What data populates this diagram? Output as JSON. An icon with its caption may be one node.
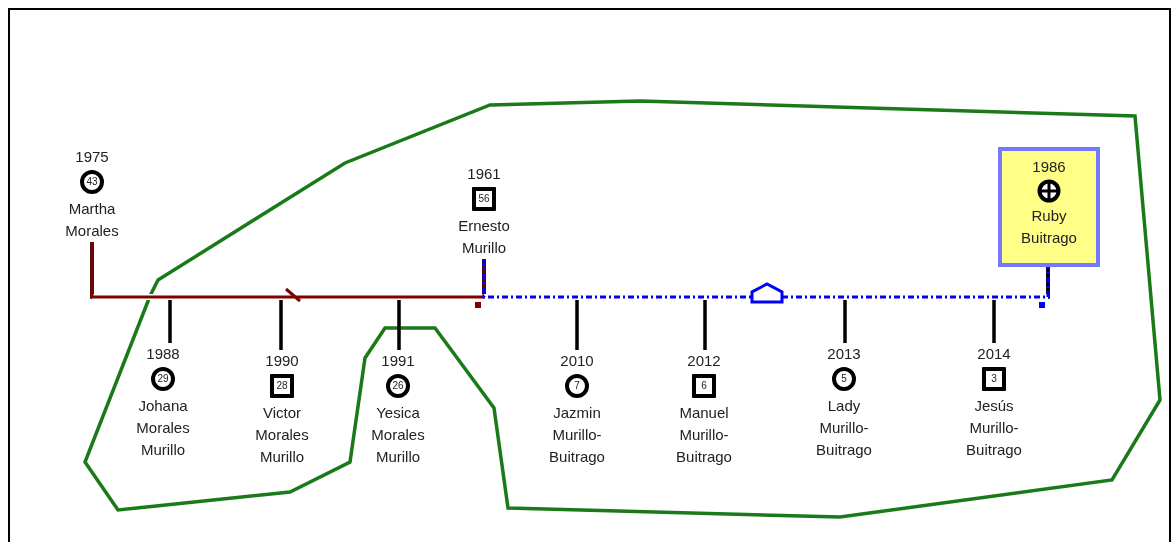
{
  "diagram": {
    "nodes": [
      {
        "text": [
          "1975",
          "43",
          "Martha Morales"
        ]
      },
      {
        "text": [
          "1961",
          "56",
          "Ernesto Murillo"
        ]
      },
      {
        "text": [
          "1986",
          "Ruby Buitrago"
        ]
      },
      {
        "text": [],
        "shape": "circle",
        "in": 2
      },
      {
        "text": [
          "1988",
          "29",
          "Johana Morales Murillo"
        ]
      },
      {
        "text": [
          "1990",
          "28",
          "Victor Morales Murillo"
        ]
      },
      {
        "text": [
          "1991",
          "26",
          "Yesica Morales Murillo"
        ]
      },
      {
        "text": [
          "2010",
          "7",
          "Jazmin Murillo- Buitrago"
        ]
      },
      {
        "text": [
          "2012",
          "6",
          "Manuel Murillo- Buitrago"
        ]
      },
      {
        "text": [
          "2013",
          "5",
          "Lady Murillo- Buitrago"
        ]
      },
      {
        "text": [
          "2014",
          "3",
          "Jesús Murillo- Buitrago"
        ]
      }
    ],
    "edges": [
      {
        "from": 0,
        "to": 1,
        "arrow": "none",
        "color": "#800000"
      },
      {
        "from": 1,
        "to": 2,
        "arrow": "none",
        "color": "#0000ff",
        "style": "dashed"
      },
      {
        "from": 0,
        "to": 4,
        "arrow": "none"
      },
      {
        "from": 1,
        "to": 4,
        "arrow": "none"
      },
      {
        "from": 0,
        "to": 5,
        "arrow": "none"
      },
      {
        "from": 1,
        "to": 5,
        "arrow": "none"
      },
      {
        "from": 0,
        "to": 6,
        "arrow": "none"
      },
      {
        "from": 1,
        "to": 6,
        "arrow": "none"
      },
      {
        "from": 1,
        "to": 7,
        "arrow": "none"
      },
      {
        "from": 2,
        "to": 7,
        "arrow": "none"
      },
      {
        "from": 1,
        "to": 8,
        "arrow": "none"
      },
      {
        "from": 2,
        "to": 8,
        "arrow": "none"
      },
      {
        "from": 1,
        "to": 9,
        "arrow": "none"
      },
      {
        "from": 2,
        "to": 9,
        "arrow": "none"
      },
      {
        "from": 1,
        "to": 10,
        "arrow": "none"
      },
      {
        "from": 2,
        "to": 10,
        "arrow": "none"
      }
    ]
  }
}
